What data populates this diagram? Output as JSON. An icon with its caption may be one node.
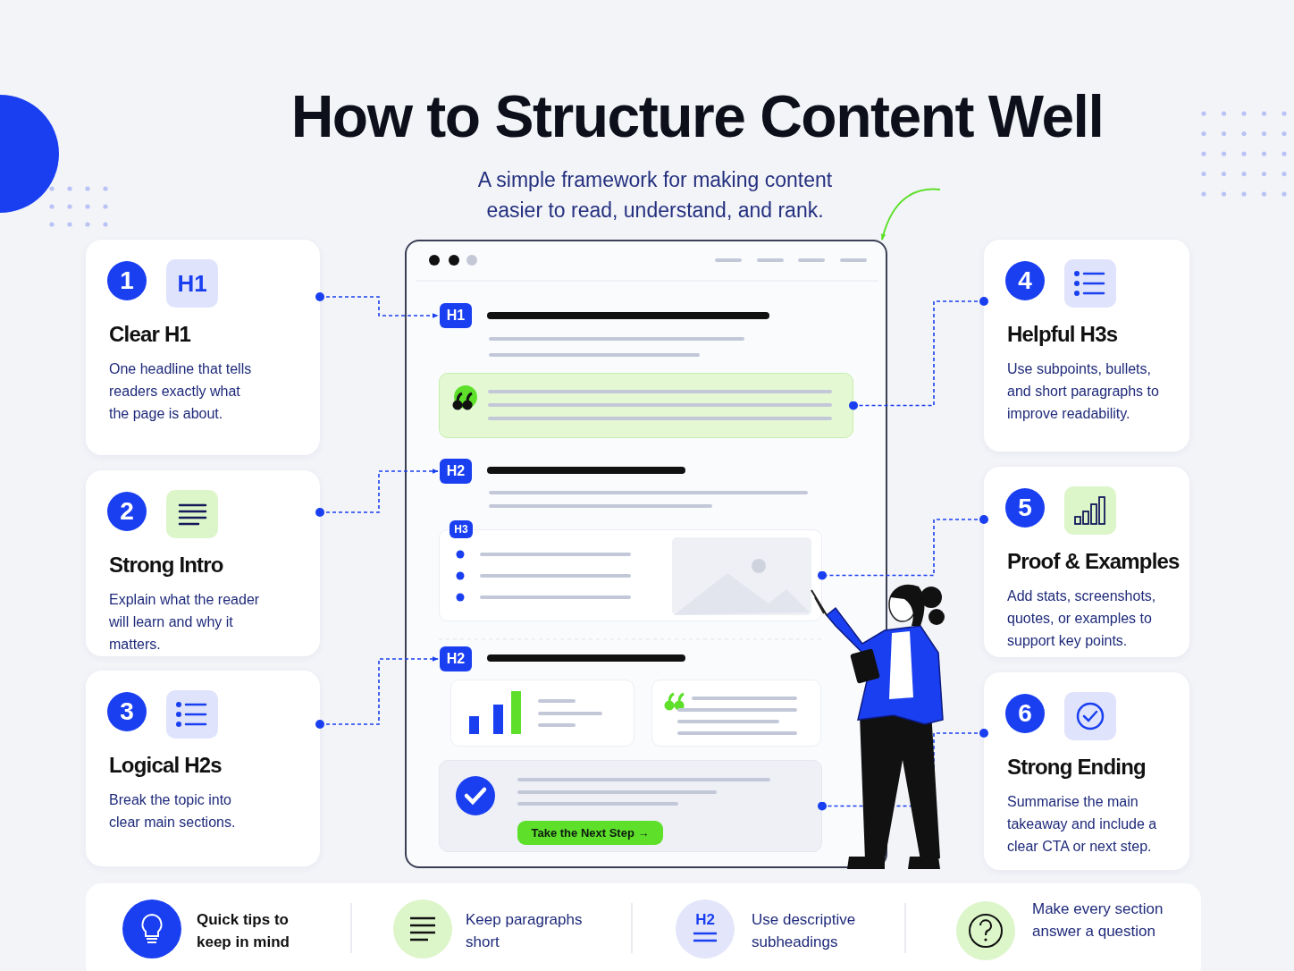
{
  "diagram": {
    "title": "How to Structure Content Well",
    "nodes": [
      {
        "text": [
          "1",
          "H1",
          "Clear H1",
          "One headline that tells readers exactly what the page is about."
        ]
      },
      {
        "text": [
          "2",
          "Strong Intro",
          "Explain what the reader will learn and why it matters."
        ]
      },
      {
        "text": [
          "3",
          "Logical H2s",
          "Break the topic into clear main sections."
        ]
      },
      {
        "text": [
          "4",
          "Helpful H3s",
          "Use subpoints, bullets, and short paragraphs to improve readability."
        ]
      },
      {
        "text": [
          "5",
          "Proof & Examples",
          "Add stats, screenshots, quotes, or examples to support key points."
        ]
      },
      {
        "text": [
          "6",
          "Strong Ending",
          "Summarise the main takeaway and include a clear CTA or next step."
        ]
      },
      {
        "text": [],
        "shape": "box"
      },
      {
        "text": [
          "H1"
        ],
        "in": 6
      },
      {
        "text": [],
        "shape": "box",
        "in": 6
      },
      {
        "text": [
          "H2"
        ],
        "in": 6
      },
      {
        "text": [
          "H3"
        ],
        "in": 6
      },
      {
        "text": [
          "H2"
        ],
        "in": 6
      },
      {
        "text": [],
        "shape": "box",
        "in": 6
      },
      {
        "text": [],
        "shape": "box",
        "in": 6
      },
      {
        "text": [],
        "shape": "box",
        "in": 6
      },
      {
        "text": [
          "Take the Next Step →"
        ],
        "in": 14
      }
    ],
    "edges": [
      {
        "from": 0,
        "to": 7,
        "arrow": "to",
        "style": "dashed"
      },
      {
        "from": 1,
        "to": 9,
        "arrow": "to",
        "style": "dashed"
      },
      {
        "from": 2,
        "to": 11,
        "arrow": "to",
        "style": "dashed"
      },
      {
        "from": 3,
        "to": 8,
        "arrow": "other",
        "style": "dashed"
      },
      {
        "from": 4,
        "to": 10,
        "arrow": "other",
        "style": "dashed"
      },
      {
        "from": 5,
        "to": 14,
        "arrow": "other",
        "style": "dashed"
      },
      {
        "from": null,
        "to": 6,
        "arrow": "to",
        "color": "#5ee02b"
      }
    ],
    "labels": [
      "A simple framework for making content easier to read, understand, and rank.",
      "Quick tips to keep in mind",
      "Keep paragraphs short",
      "H2",
      "Use descriptive subheadings",
      "Make every section answer a question"
    ]
  }
}
